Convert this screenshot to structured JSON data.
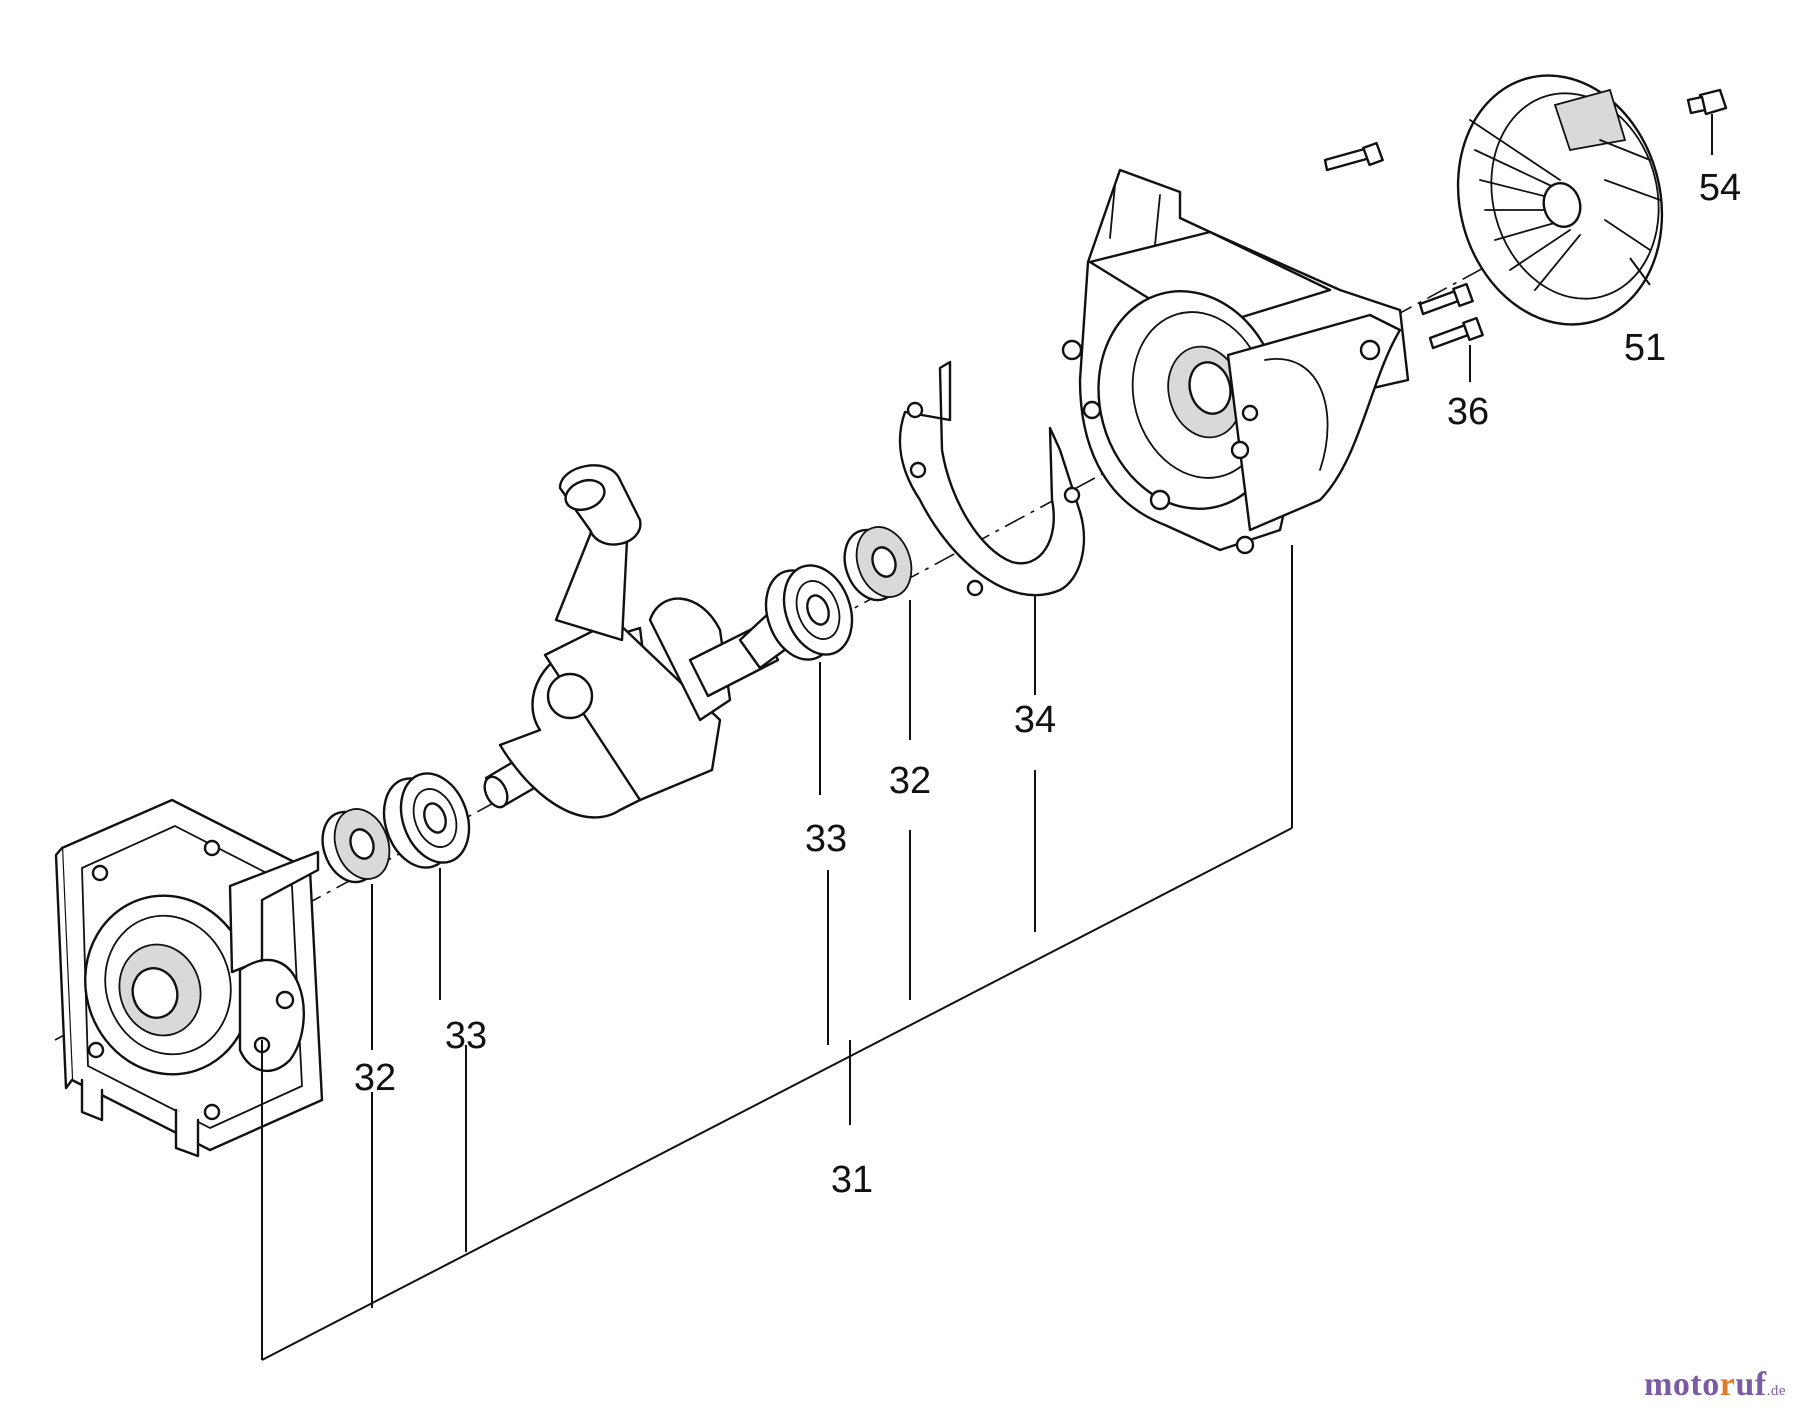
{
  "callouts": {
    "c54": "54",
    "c51": "51",
    "c36": "36",
    "c34": "34",
    "c32_right": "32",
    "c33_right": "33",
    "c33_left": "33",
    "c32_left": "32",
    "c31": "31"
  },
  "watermark": {
    "part1": "moto",
    "part2": "r",
    "part3": "uf",
    "tld": ".de"
  }
}
